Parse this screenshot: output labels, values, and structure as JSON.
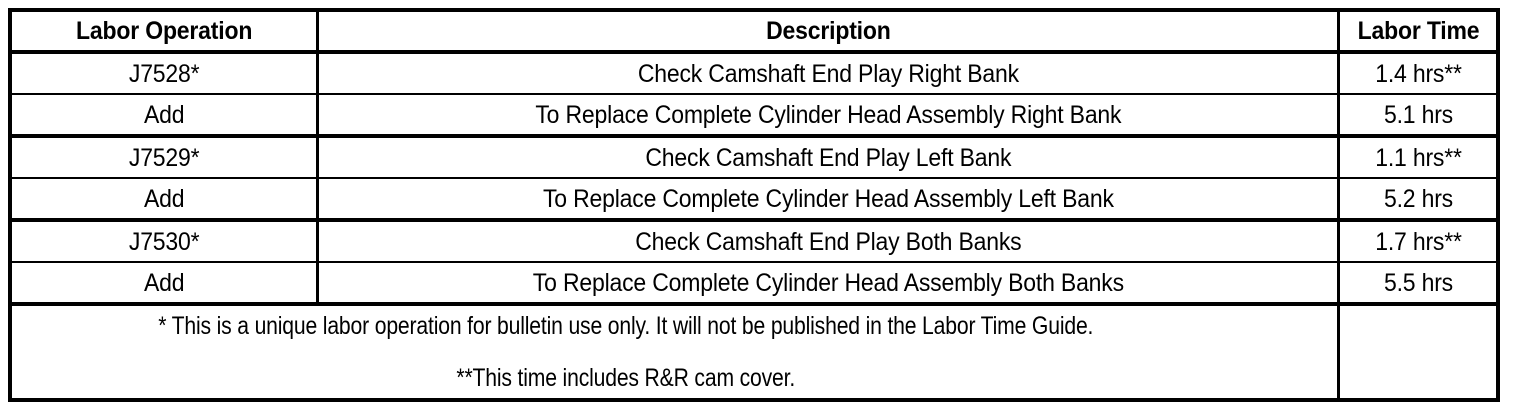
{
  "table": {
    "columns": [
      {
        "key": "operation",
        "label": "Labor Operation"
      },
      {
        "key": "description",
        "label": "Description"
      },
      {
        "key": "time",
        "label": "Labor Time"
      }
    ],
    "rows": [
      {
        "operation": "J7528*",
        "description": "Check Camshaft End Play Right Bank",
        "time": "1.4 hrs**"
      },
      {
        "operation": "Add",
        "description": "To Replace Complete Cylinder Head Assembly Right Bank",
        "time": "5.1 hrs"
      },
      {
        "operation": "J7529*",
        "description": "Check Camshaft End Play Left Bank",
        "time": "1.1 hrs**"
      },
      {
        "operation": "Add",
        "description": "To Replace Complete Cylinder Head Assembly Left Bank",
        "time": "5.2 hrs"
      },
      {
        "operation": "J7530*",
        "description": "Check Camshaft End Play Both Banks",
        "time": "1.7 hrs**"
      },
      {
        "operation": "Add",
        "description": "To Replace Complete Cylinder Head Assembly Both Banks",
        "time": "5.5 hrs"
      }
    ],
    "footnotes": {
      "line1": "* This is a unique labor operation for bulletin use only. It will not be published in the Labor Time Guide.",
      "line2": "**This time includes R&R cam cover.",
      "time_cell": ""
    }
  },
  "colors": {
    "background": "#ffffff",
    "text": "#000000",
    "border": "#000000"
  }
}
